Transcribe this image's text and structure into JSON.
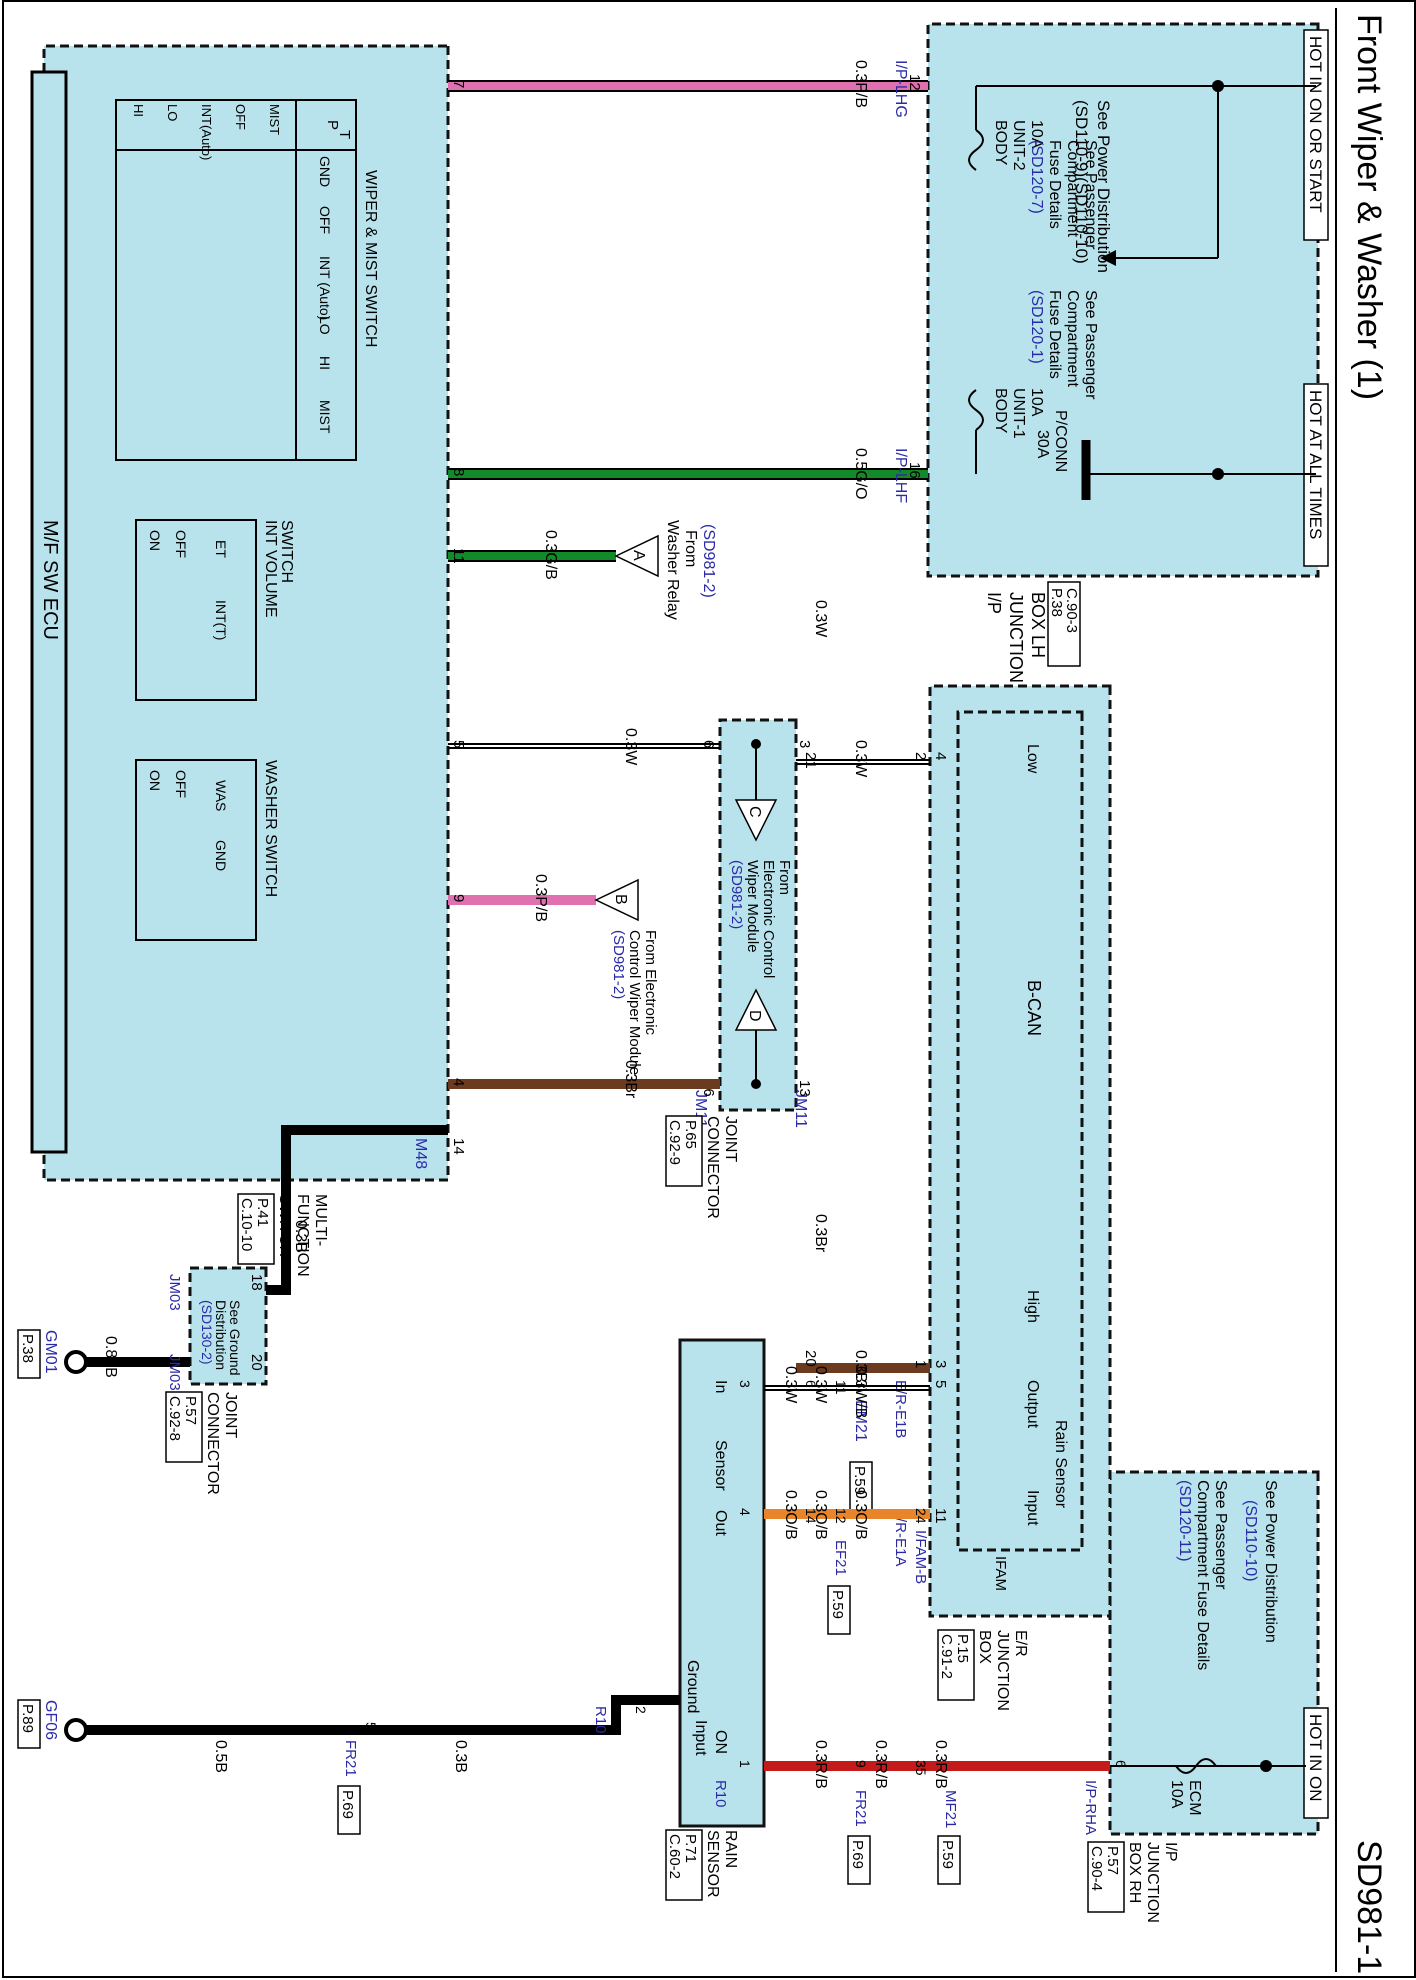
{
  "sheet": {
    "title": "Front Wiper & Washer (1)",
    "code": "SD981-1"
  },
  "ip_lh": {
    "hot_on_start": "HOT IN ON OR START",
    "hot_all_times": "HOT AT ALL TIMES",
    "power_dist_1": "See Power Distribution",
    "power_dist_2": "(SD110-9)(SD110-10)",
    "fuse2_name_1": "BODY",
    "fuse2_name_2": "UNIT-2",
    "fuse2_amp": "10A",
    "pcfd_a_1": "See Passenger",
    "pcfd_a_2": "Compartment",
    "pcfd_a_3": "Fuse Details",
    "pcfd_a_4": "(SD120-7)",
    "pcfd_b_1": "See Passenger",
    "pcfd_b_2": "Compartment",
    "pcfd_b_3": "Fuse Details",
    "pcfd_b_4": "(SD120-1)",
    "fuse1_name_1": "BODY",
    "fuse1_name_2": "UNIT-1",
    "fuse1_amp": "10A",
    "pconn_name": "P/CONN",
    "pconn_amp": "30A",
    "label_1": "I/P",
    "label_2": "JUNCTION",
    "label_3": "BOX LH",
    "ref_p": "P.38",
    "ref_c": "C.90-3",
    "conn_lhg": "I/P-LHG",
    "conn_lhf": "I/P-LHF",
    "pin_12": "12",
    "pin_16": "16"
  },
  "ip_rh": {
    "hot_on": "HOT IN ON",
    "power_dist_1": "See Power Distribution",
    "power_dist_2": "(SD110-10)",
    "pcfd_1": "See Passenger",
    "pcfd_2": "Compartment Fuse Details",
    "pcfd_3": "(SD120-11)",
    "fuse_name": "ECM",
    "fuse_amp": "10A",
    "label_1": "I/P",
    "label_2": "JUNCTION",
    "label_3": "BOX RH",
    "ref_p": "P.57",
    "ref_c": "C.90-4",
    "conn_rha": "I/P-RHA",
    "pin_6": "6"
  },
  "er_box": {
    "low": "Low",
    "bcan": "B-CAN",
    "high": "High",
    "output": "Output",
    "rain_sensor": "Rain Sensor",
    "input": "Input",
    "ifam": "IFAM",
    "label_1": "E/R",
    "label_2": "JUNCTION",
    "label_3": "BOX",
    "ref_p": "P.15",
    "ref_c": "C.91-2",
    "pin_4": "4",
    "pin_3": "3",
    "pin_5": "5",
    "pin_11": "11",
    "conn_ifamb": "I/FAM-B",
    "conn_e1b": "E/R-E1B",
    "conn_e1a": "E/R-E1A"
  },
  "mf_switch": {
    "ecu": "M/F SW ECU",
    "wm_title": "WIPER & MIST SWITCH",
    "wm_pt_p": "P",
    "wm_pt_t": "T",
    "wm_cols": [
      "GND",
      "OFF",
      "INT (Auto)",
      "LO",
      "HI",
      "MIST"
    ],
    "wm_rows": [
      "MIST",
      "OFF",
      "INT(Auto)",
      "LO",
      "HI"
    ],
    "int_vol_title_1": "INT VOLUME",
    "int_vol_title_2": "SWITCH",
    "int_vol_cols": [
      "ET",
      "INT(T)"
    ],
    "int_vol_rows": [
      "OFF",
      "ON"
    ],
    "washer_title": "WASHER SWITCH",
    "washer_cols": [
      "WAS",
      "GND"
    ],
    "washer_rows": [
      "OFF",
      "ON"
    ],
    "label_1": "MULTI-",
    "label_2": "FUNCTION",
    "label_3": "SWITCH",
    "ref_p": "P.41",
    "ref_c": "C.10-10",
    "conn_m48": "M48",
    "pins": [
      "7",
      "8",
      "11",
      "5",
      "9",
      "4",
      "14"
    ]
  },
  "wires": {
    "w_7": "0.3P/B",
    "w_8": "0.5G/O",
    "w_11": "0.3G/B",
    "w_5": "0.3W",
    "w_2": "0.3W",
    "w_6": "0.3W",
    "w_9": "0.3P/B",
    "w_4": "0.3Br",
    "w_1": "0.3Br",
    "w_16": "0.3Br",
    "w_14": "0.3B",
    "w_gnd": "0.85B",
    "w_rs_3": "0.3W",
    "w_rs_6": "0.3W",
    "w_rs_11": "0.3W/B",
    "w_rs_4": "0.3O/B",
    "w_rs_14": "0.3O/B",
    "w_rs_12": "0.3O/B",
    "w_rs_1": "0.3R/B",
    "w_rs_9": "0.3R/B",
    "w_rs_35": "0.3R/B",
    "w_rs_gnd_2": "0.3B",
    "w_rs_gnd_5": "0.5B"
  },
  "jc_refs": {
    "washer_relay_1": "From",
    "washer_relay_2": "Washer Relay",
    "washer_relay_3": "(SD981-2)",
    "ref_a": "A",
    "ecwm_c_1": "From",
    "ecwm_c_2": "Electronic Control",
    "ecwm_c_3": "Wiper Module",
    "ecwm_c_4": "(SD981-2)",
    "ref_c": "C",
    "ref_d": "D",
    "ecwm_b_1": "From Electronic",
    "ecwm_b_2": "Control Wiper Module",
    "ecwm_b_3": "(SD981-2)",
    "ref_b": "B"
  },
  "joint_conn": {
    "label_1": "JOINT",
    "label_2": "CONNECTOR",
    "ref_p": "P.65",
    "ref_c": "C.92-9",
    "jm11_a": "JM11",
    "jm11_b": "JM11",
    "pin_3": "3",
    "pin_13": "13",
    "pin_6": "6",
    "pin_16": "16"
  },
  "em21": {
    "name": "EM21",
    "ref": "P.59",
    "pin_21": "21",
    "pin_20": "20",
    "pin_2": "2",
    "pin_1": "1"
  },
  "ground_joint": {
    "see_1": "See Ground",
    "see_2": "Distribution",
    "see_3": "(SD130-2)",
    "label_1": "JOINT",
    "label_2": "CONNECTOR",
    "ref_p": "P.57",
    "ref_c": "C.92-8",
    "jm03_a": "JM03",
    "jm03_b": "JM03",
    "pin_18": "18",
    "pin_20": "20",
    "gnd_name": "GM01",
    "gnd_ref": "P.38"
  },
  "rain_sensor": {
    "in": "In",
    "sensor": "Sensor",
    "out": "Out",
    "ground": "Ground",
    "on_input_1": "ON",
    "on_input_2": "Input",
    "label_1": "RAIN",
    "label_2": "SENSOR",
    "ref_p": "P.71",
    "ref_c": "C.60-2",
    "conn_r10_a": "R10",
    "conn_r10_b": "R10",
    "pin_3": "3",
    "pin_4": "4",
    "pin_1": "1",
    "pin_2": "2",
    "pin_6": "6",
    "pin_14": "14",
    "pin_9": "9",
    "pin_11": "11",
    "pin_12": "12",
    "pin_35": "35",
    "pin_24": "24",
    "pin_5": "5",
    "ef21": "EF21",
    "ef21_ref": "P.59",
    "fr21_a": "FR21",
    "fr21_a_ref": "P.69",
    "mf21": "MF21",
    "mf21_ref": "P.59",
    "fr21_b": "FR21",
    "fr21_b_ref": "P.69",
    "gnd_name": "GF06",
    "gnd_ref": "P.89"
  },
  "colors": {
    "box_fill": "#b9e3ec",
    "pink": "#e070b0",
    "green": "#128a2a",
    "brown": "#6b3a1f",
    "orange": "#e8842a",
    "red": "#c41a1a",
    "black": "#000000",
    "label_blue": "#2a2aa8"
  }
}
